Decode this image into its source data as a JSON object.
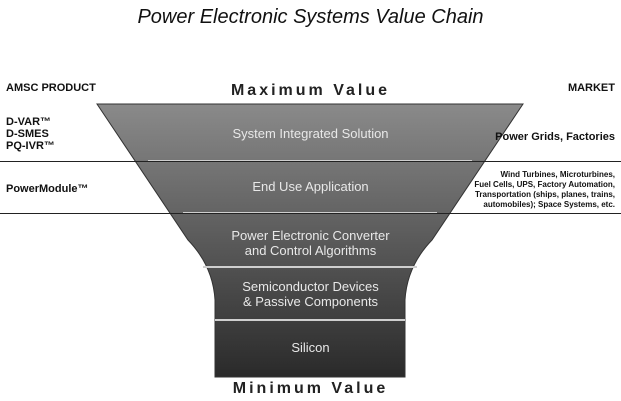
{
  "title": "Power Electronic Systems Value Chain",
  "headers": {
    "left": "AMSC PRODUCT",
    "right": "MARKET",
    "top_value": "Maximum Value",
    "bottom_value": "Minimum Value"
  },
  "products": {
    "row1": [
      "D-VAR™",
      "D-SMES",
      "PQ-IVR™"
    ],
    "row2": "PowerModule™"
  },
  "markets": {
    "row1": "Power Grids, Factories",
    "row2": [
      "Wind Turbines, Microturbines,",
      "Fuel Cells, UPS, Factory Automation,",
      "Transportation (ships, planes, trains,",
      "automobiles); Space Systems, etc."
    ]
  },
  "tiers": [
    [
      "System Integrated Solution"
    ],
    [
      "End Use Application"
    ],
    [
      "Power Electronic Converter",
      "and Control Algorithms"
    ],
    [
      "Semiconductor Devices",
      "& Passive Components"
    ],
    [
      "Silicon"
    ]
  ],
  "colors": {
    "funnel_top": "#8a8a8a",
    "funnel_bottom": "#2a2a2a",
    "tier_text": "#e8e8e8"
  }
}
